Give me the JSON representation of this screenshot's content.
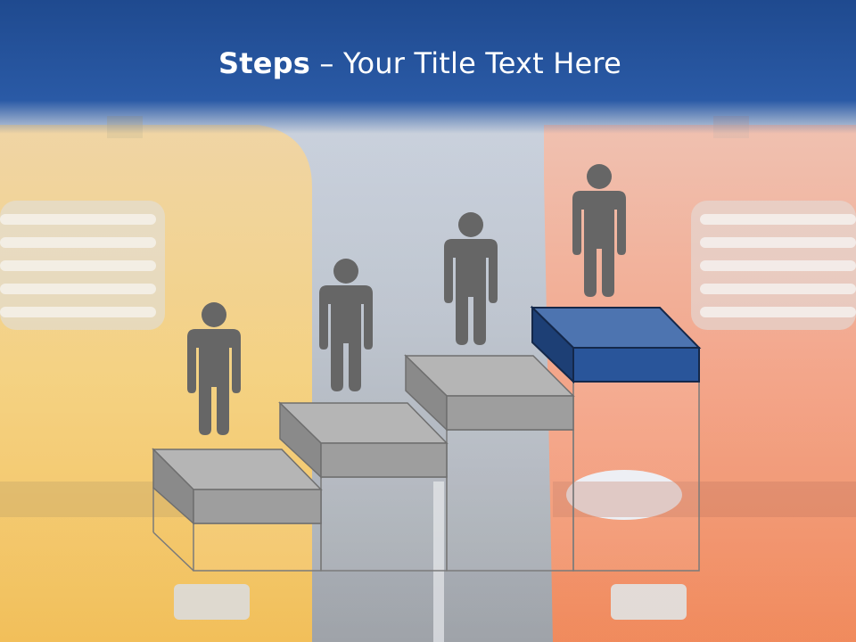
{
  "slide": {
    "title_bold": "Steps",
    "title_rest": " – Your Title Text Here"
  },
  "colors": {
    "header_blue": "#27539a",
    "step_gray": "#9c9c9c",
    "step_highlight": "#2c5aa0",
    "figure_gray": "#666666",
    "truck_left": "#f0b84a",
    "truck_right": "#f07a55"
  },
  "steps": [
    {
      "name": "step-1",
      "highlighted": false,
      "has_person": true
    },
    {
      "name": "step-2",
      "highlighted": false,
      "has_person": true
    },
    {
      "name": "step-3",
      "highlighted": false,
      "has_person": true
    },
    {
      "name": "step-4",
      "highlighted": true,
      "has_person": true
    }
  ],
  "icons": [
    "person-icon",
    "truck-background"
  ]
}
